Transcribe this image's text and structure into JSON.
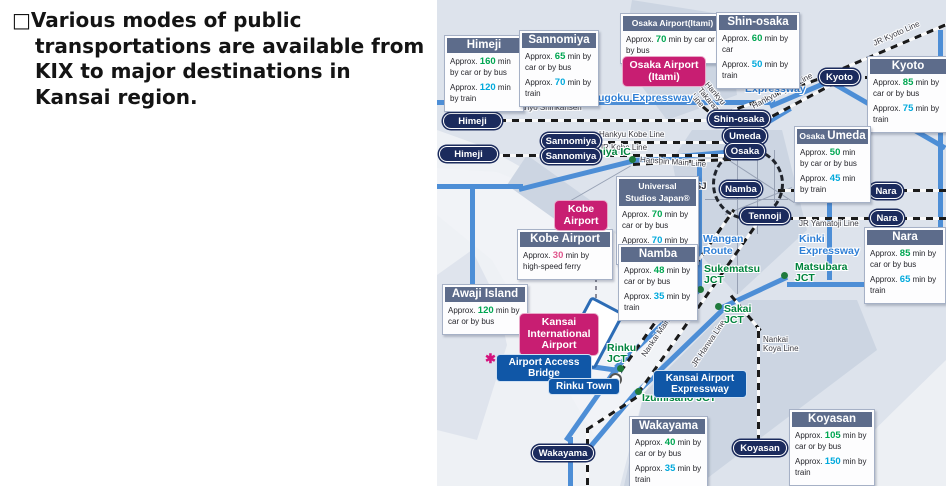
{
  "intro": {
    "bullet": "□",
    "lines": [
      "Various modes of public",
      "transportations are available from",
      "KIX to major destinations in",
      "Kansai region."
    ]
  },
  "colors": {
    "car": "#00a651",
    "train": "#00a9dc",
    "ferry": "#e0558c",
    "box_header": "#5d6c8b",
    "pink_label": "#c81e72",
    "blue_label": "#1057a7",
    "station_navy": "#1b2b5d",
    "expressway_blue": "#4d8ed6",
    "junction_green": "#00833d",
    "road_text_blue": "#2f7fd6"
  },
  "map": {
    "approx_label": "Approx.",
    "min_label": "min",
    "info_boxes": [
      {
        "id": "himeji",
        "header": [
          {
            "t": "Himeji"
          }
        ],
        "lines": [
          {
            "value": "160",
            "mode": "by car or by bus",
            "color": "car"
          },
          {
            "value": "120",
            "mode": "by train",
            "color": "train"
          }
        ]
      },
      {
        "id": "sannomiya",
        "header": [
          {
            "t": "Sannomiya"
          }
        ],
        "lines": [
          {
            "value": "65",
            "mode": "by car or by bus",
            "color": "car"
          },
          {
            "value": "70",
            "mode": "by train",
            "color": "train"
          }
        ]
      },
      {
        "id": "itami",
        "header": [
          {
            "t": "Osaka Airport(Itami)",
            "small": true
          }
        ],
        "lines": [
          {
            "value": "70",
            "mode": "by car or by bus",
            "color": "car"
          }
        ]
      },
      {
        "id": "shinosaka",
        "header": [
          {
            "t": "Shin-osaka"
          }
        ],
        "lines": [
          {
            "value": "60",
            "mode": "by car",
            "color": "car"
          },
          {
            "value": "50",
            "mode": "by train",
            "color": "train"
          }
        ]
      },
      {
        "id": "kyoto",
        "header": [
          {
            "t": "Kyoto"
          }
        ],
        "lines": [
          {
            "value": "85",
            "mode": "by car or by bus",
            "color": "car"
          },
          {
            "value": "75",
            "mode": "by train",
            "color": "train"
          }
        ]
      },
      {
        "id": "osaka-umeda",
        "header": [
          {
            "t": "Osaka ",
            "small": true
          },
          {
            "t": "Umeda"
          }
        ],
        "lines": [
          {
            "value": "50",
            "mode": "by car or by bus",
            "color": "car"
          },
          {
            "value": "45",
            "mode": "by train",
            "color": "train"
          }
        ]
      },
      {
        "id": "usj",
        "header": [
          {
            "t": "Universal\nStudios Japan®",
            "small": true
          }
        ],
        "lines": [
          {
            "value": "70",
            "mode": "by car or by bus",
            "color": "car"
          },
          {
            "value": "70",
            "mode": "by train",
            "color": "train"
          }
        ]
      },
      {
        "id": "namba",
        "header": [
          {
            "t": "Namba"
          }
        ],
        "lines": [
          {
            "value": "48",
            "mode": "by car or by bus",
            "color": "car"
          },
          {
            "value": "35",
            "mode": "by train",
            "color": "train"
          }
        ]
      },
      {
        "id": "kobe-airport",
        "header": [
          {
            "t": "Kobe Airport"
          }
        ],
        "lines": [
          {
            "value": "30",
            "mode": "by high-speed ferry",
            "color": "ferry"
          }
        ]
      },
      {
        "id": "awaji",
        "header": [
          {
            "t": "Awaji Island"
          }
        ],
        "lines": [
          {
            "value": "120",
            "mode": "by car or by bus",
            "color": "car"
          }
        ]
      },
      {
        "id": "nara",
        "header": [
          {
            "t": "Nara"
          }
        ],
        "lines": [
          {
            "value": "85",
            "mode": "by car or by bus",
            "color": "car"
          },
          {
            "value": "65",
            "mode": "by train",
            "color": "train"
          }
        ]
      },
      {
        "id": "wakayama",
        "header": [
          {
            "t": "Wakayama"
          }
        ],
        "lines": [
          {
            "value": "40",
            "mode": "by car or by bus",
            "color": "car"
          },
          {
            "value": "35",
            "mode": "by train",
            "color": "train"
          }
        ]
      },
      {
        "id": "koyasan",
        "header": [
          {
            "t": "Koyasan"
          }
        ],
        "lines": [
          {
            "value": "105",
            "mode": "by car or by bus",
            "color": "car"
          },
          {
            "value": "150",
            "mode": "by train",
            "color": "train"
          }
        ]
      }
    ],
    "stations": [
      {
        "id": "himeji-1",
        "label": "Himeji"
      },
      {
        "id": "himeji-2",
        "label": "Himeji"
      },
      {
        "id": "sannomiya-1",
        "label": "Sannomiya"
      },
      {
        "id": "sannomiya-2",
        "label": "Sannomiya"
      },
      {
        "id": "shin-osaka",
        "label": "Shin-osaka"
      },
      {
        "id": "umeda",
        "label": "Umeda"
      },
      {
        "id": "osaka",
        "label": "Osaka"
      },
      {
        "id": "kyoto",
        "label": "Kyoto"
      },
      {
        "id": "namba",
        "label": "Namba"
      },
      {
        "id": "tennoji",
        "label": "Tennoji"
      },
      {
        "id": "nara-1",
        "label": "Nara"
      },
      {
        "id": "nara-2",
        "label": "Nara"
      },
      {
        "id": "wakayama",
        "label": "Wakayama"
      },
      {
        "id": "koyasan",
        "label": "Koyasan"
      }
    ],
    "pink_labels": [
      {
        "id": "itami-pink",
        "label": "Osaka Airport\n(Itami)"
      },
      {
        "id": "kobe-airport-pink",
        "label": "Kobe\nAirport"
      },
      {
        "id": "kix-pink",
        "label": "Kansai\nInternational\nAirport"
      }
    ],
    "blue_labels": [
      {
        "id": "access-bridge",
        "label": "Airport Access\nBridge",
        "asterisk": "✱"
      },
      {
        "id": "rinku-town",
        "label": "Rinku Town"
      },
      {
        "id": "kansai-airport-expwy",
        "label": "Kansai Airport\nExpressway"
      }
    ],
    "junctions": [
      {
        "id": "nishinomiya-ic",
        "label": "Nishinomiya IC"
      },
      {
        "id": "rinku-jct",
        "label": "Rinku\nJCT"
      },
      {
        "id": "izumisano-jct",
        "label": "Izumisano JCT"
      },
      {
        "id": "sukematsu-jct",
        "label": "Sukematsu\nJCT"
      },
      {
        "id": "sakai-jct",
        "label": "Sakai\nJCT"
      },
      {
        "id": "matsubara-jct",
        "label": "Matsubara\nJCT"
      }
    ],
    "road_names": [
      {
        "id": "chugoku",
        "label": "Chugoku Expressway"
      },
      {
        "id": "meishin",
        "label": "Meishin\nExpressway"
      },
      {
        "id": "wangan",
        "label": "Wangan\nRoute"
      },
      {
        "id": "kinki",
        "label": "Kinki\nExpressway"
      }
    ],
    "rail_names": [
      {
        "id": "sanyo",
        "label": "Sanyo Shinkansen"
      },
      {
        "id": "hankyu-kobe",
        "label": "Hankyu Kobe Line"
      },
      {
        "id": "jr-kobe",
        "label": "JR Kobe Line"
      },
      {
        "id": "hanshin-main",
        "label": "Hanshin Main Line"
      },
      {
        "id": "takarazuka",
        "label": "Hankyu\nTakarazuka\nLine"
      },
      {
        "id": "hankyu-kyoto",
        "label": "Hankyu Kyoto Line"
      },
      {
        "id": "jr-kyoto",
        "label": "JR Kyoto Line"
      },
      {
        "id": "kintetsu",
        "label": "Kintetsu Nara Line"
      },
      {
        "id": "yamatoji",
        "label": "JR Yamatoji Line"
      },
      {
        "id": "nankai-main",
        "label": "Nankai Main Line"
      },
      {
        "id": "jr-hanwa",
        "label": "JR Hanwa Line"
      },
      {
        "id": "nankai-koya",
        "label": "Nankai\nKoya Line"
      },
      {
        "id": "usj",
        "label": "USJ"
      }
    ]
  }
}
